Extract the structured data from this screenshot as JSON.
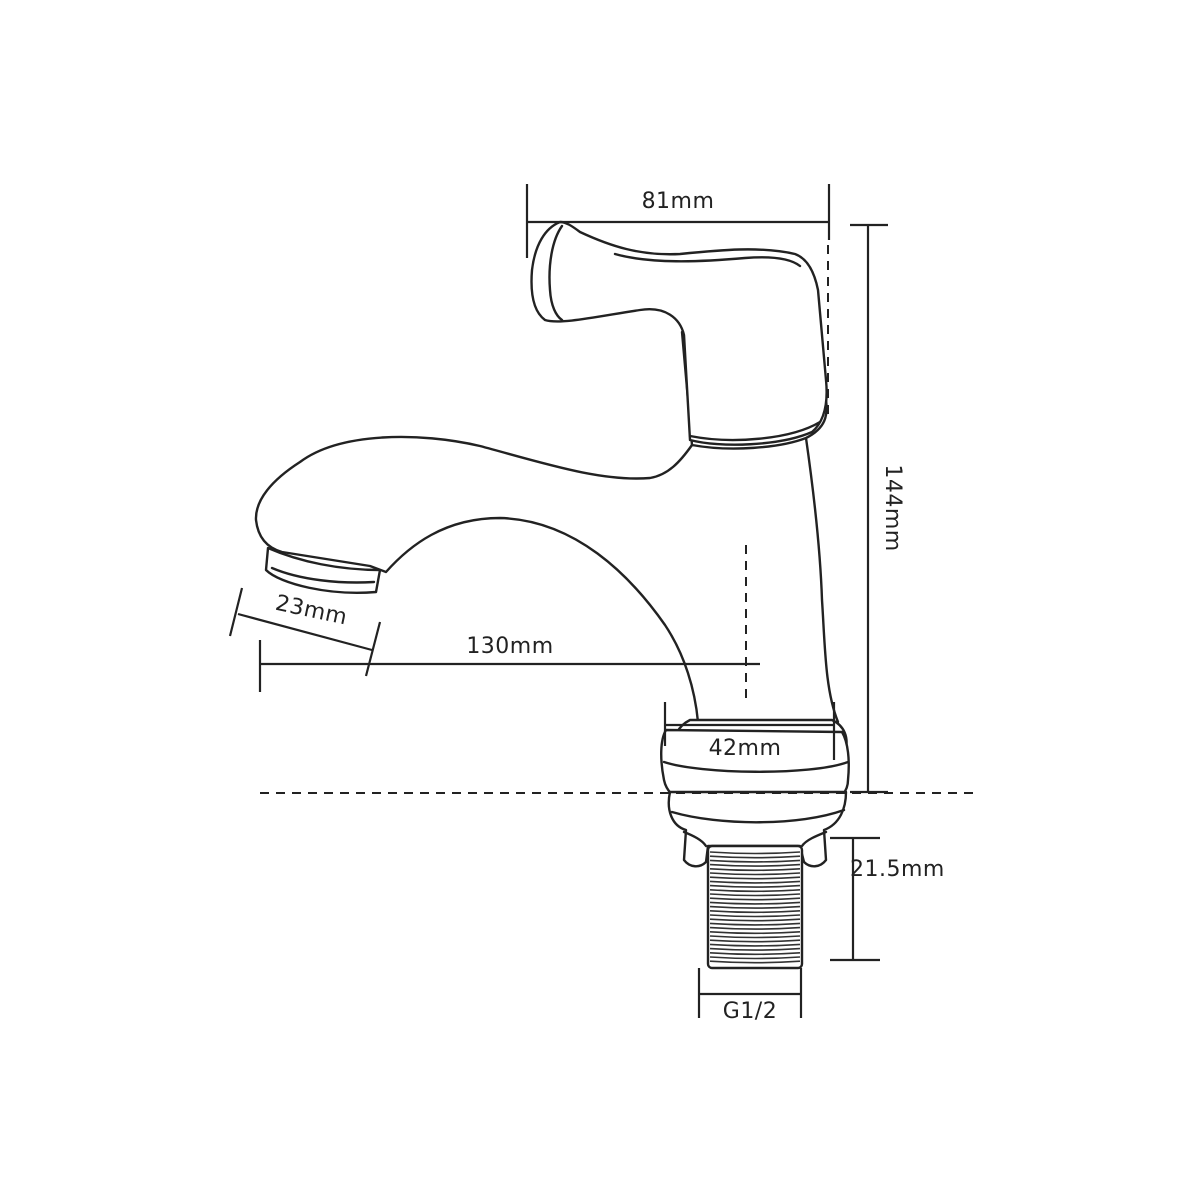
{
  "colors": {
    "line": "#222222",
    "background": "#ffffff"
  },
  "dimensions": {
    "handle_width": "81mm",
    "total_height": "144mm",
    "outlet_diameter": "23mm",
    "spout_reach": "130mm",
    "base_diameter": "42mm",
    "thread_length": "21.5mm",
    "thread_size": "G1/2"
  }
}
